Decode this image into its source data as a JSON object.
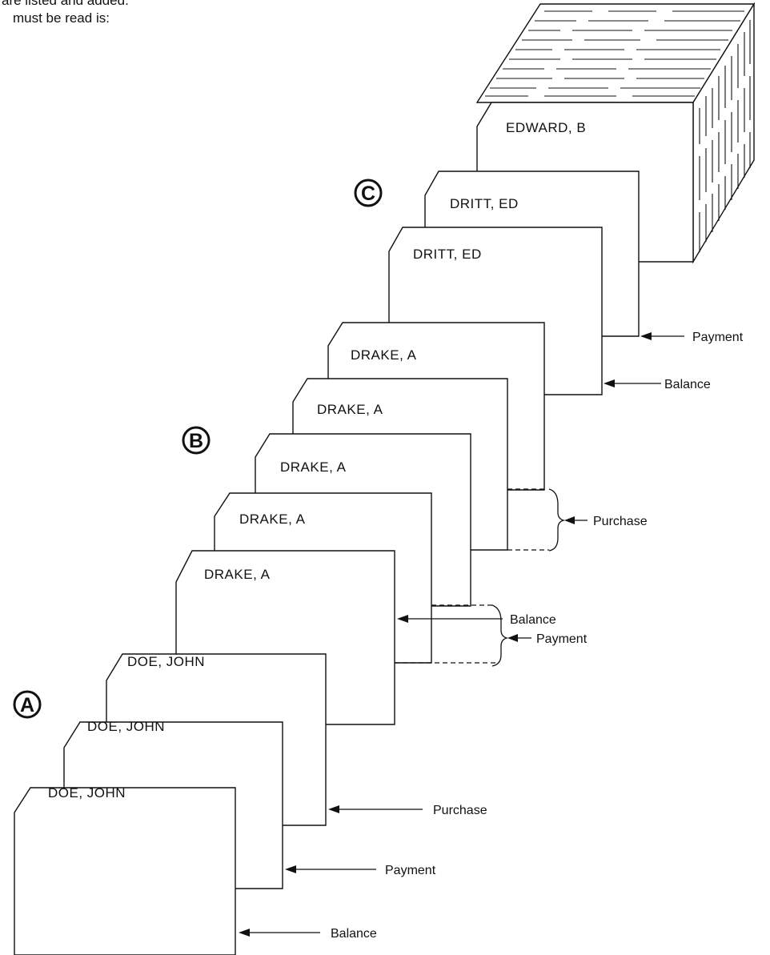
{
  "intro": {
    "line1": "are listed and added.",
    "line2": "must be read is:"
  },
  "markers": {
    "a": "A",
    "b": "B",
    "c": "C"
  },
  "cards": {
    "edward_b": "EDWARD, B",
    "dritt_ed_1": "DRITT, ED",
    "dritt_ed_2": "DRITT, ED",
    "drake_a_1": "DRAKE, A",
    "drake_a_2": "DRAKE, A",
    "drake_a_3": "DRAKE, A",
    "drake_a_4": "DRAKE, A",
    "drake_a_5": "DRAKE, A",
    "doe_john_1": "DOE, JOHN",
    "doe_john_2": "DOE, JOHN",
    "doe_john_3": "DOE, JOHN"
  },
  "labels": {
    "payment_top": "Payment",
    "balance_top": "Balance",
    "purchase_group": "Purchase",
    "payment_group": "Payment",
    "balance_doe": "Balance",
    "purchase_doe": "Purchase",
    "payment_doe": "Payment",
    "balance_bottom": "Balance"
  }
}
